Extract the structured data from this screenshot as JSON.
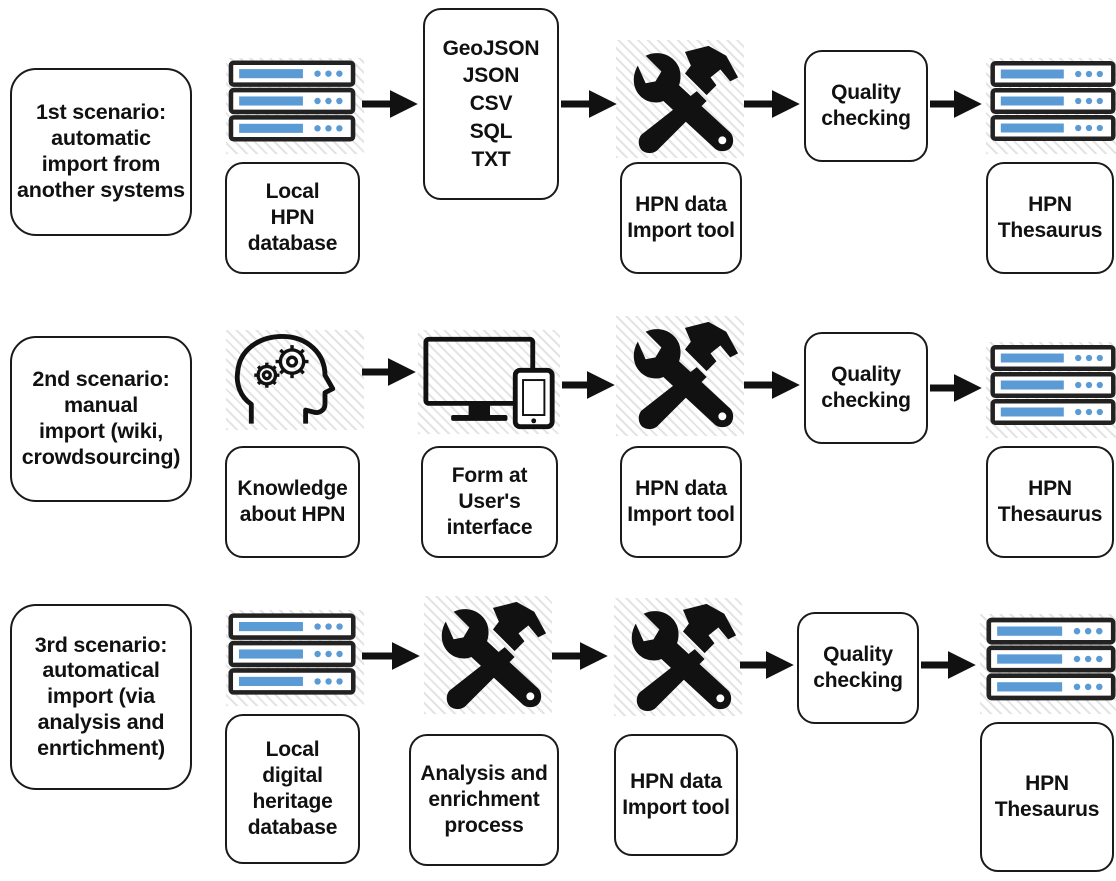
{
  "rows": [
    {
      "scenario": [
        "1st scenario:",
        "automatic",
        "import from",
        "another systems"
      ],
      "step1": [
        "Local",
        "HPN",
        "database"
      ],
      "step2": [
        "GeoJSON",
        "JSON",
        "CSV",
        "SQL",
        "TXT"
      ],
      "step3": [
        "HPN data",
        "Import tool"
      ],
      "step4": [
        "Quality",
        "checking"
      ],
      "step5": [
        "HPN",
        "Thesaurus"
      ]
    },
    {
      "scenario": [
        "2nd scenario:",
        "manual",
        "import (wiki,",
        "crowdsourcing)"
      ],
      "step1": [
        "Knowledge",
        "about HPN"
      ],
      "step2": [
        "Form at",
        "User's",
        "interface"
      ],
      "step3": [
        "HPN data",
        "Import tool"
      ],
      "step4": [
        "Quality",
        "checking"
      ],
      "step5": [
        "HPN",
        "Thesaurus"
      ]
    },
    {
      "scenario": [
        "3rd scenario:",
        "automatical",
        "import (via",
        "analysis and",
        "enrtichment)"
      ],
      "step1": [
        "Local",
        "digital",
        "heritage",
        "database"
      ],
      "step2": [
        "Analysis and",
        "enrichment",
        "process"
      ],
      "step3": [
        "HPN data",
        "Import tool"
      ],
      "step4": [
        "Quality",
        "checking"
      ],
      "step5": [
        "HPN",
        "Thesaurus"
      ]
    }
  ],
  "icons": {
    "database": "database-server-icon",
    "tools": "wrench-hammer-icon",
    "head": "head-gears-icon",
    "devices": "monitor-phone-icon"
  },
  "colors": {
    "stroke": "#1a1a1a",
    "server_blue": "#5b9bd5",
    "hatch": "#e4e4e4"
  }
}
